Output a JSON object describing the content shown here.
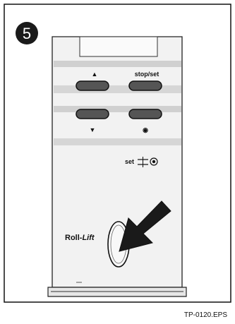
{
  "figure": {
    "step_number": "5",
    "caption": "TP-0120.EPS"
  },
  "device": {
    "top_left_label": "▲",
    "top_right_label": "stop/set",
    "bottom_left_label": "▼",
    "bottom_right_label": "◉",
    "set_label": "set",
    "rocker_label_roll": "Roll-",
    "rocker_label_lift": "Lift"
  },
  "colors": {
    "device_body": "#f2f2f2",
    "stripe": "#d8d8d8",
    "button": "#555555",
    "arrow": "#1a1a1a",
    "ink": "#111111"
  }
}
